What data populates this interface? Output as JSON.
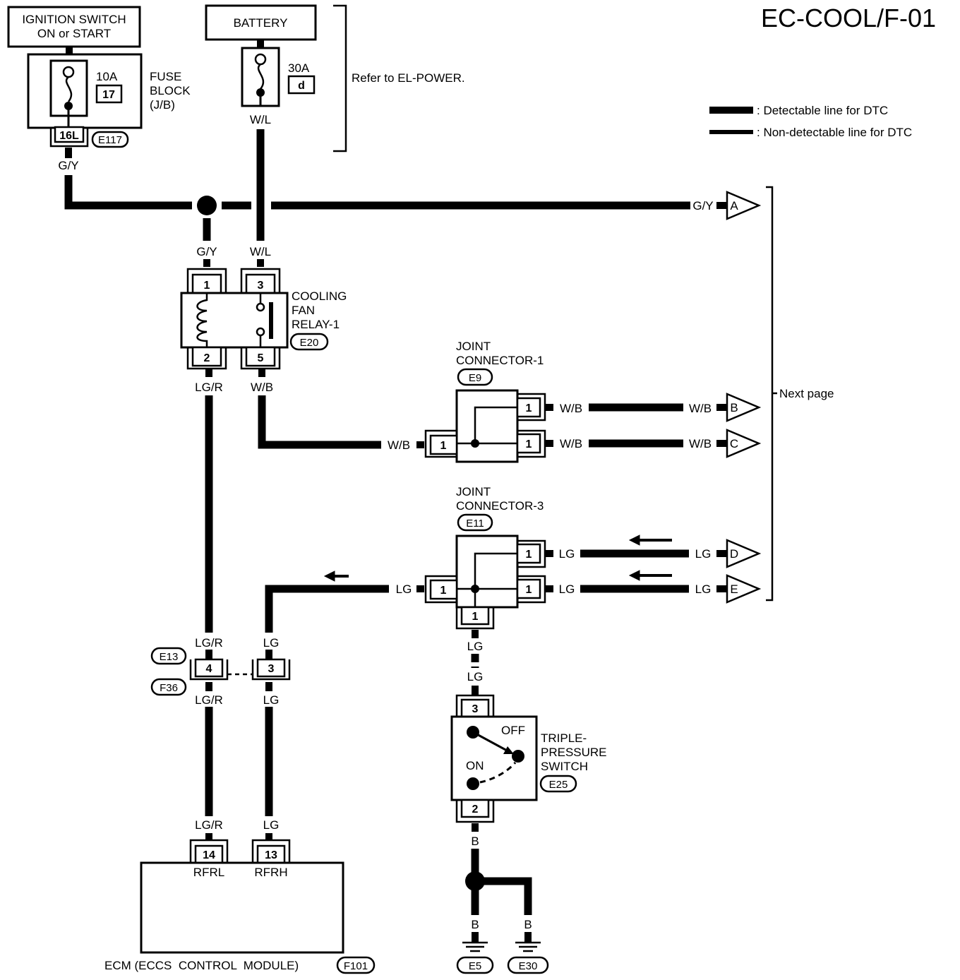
{
  "title": "EC-COOL/F-01",
  "legend": {
    "detectable": ": Detectable line for DTC",
    "non_detectable": ": Non-detectable line for DTC"
  },
  "ignition_switch": {
    "line1": "IGNITION SWITCH",
    "line2": "ON or START"
  },
  "battery": {
    "label": "BATTERY",
    "amp": "30A",
    "fuse_no": "d",
    "wire": "W/L"
  },
  "refer_note": "Refer to EL-POWER.",
  "fuse_block": {
    "line1": "FUSE",
    "line2": "BLOCK",
    "line3": "(J/B)",
    "amp": "10A",
    "fuse_no": "17",
    "pin": "16L",
    "connector": "E117",
    "wire": "G/Y"
  },
  "main_bus": {
    "wire_right": "G/Y",
    "terminal_A": "A"
  },
  "relay": {
    "line1": "COOLING",
    "line2": "FAN",
    "line3": "RELAY-1",
    "connector": "E20",
    "pin1": "1",
    "pin3": "3",
    "pin2": "2",
    "pin5": "5",
    "wire_pin1": "G/Y",
    "wire_pin3": "W/L",
    "wire_pin2": "LG/R",
    "wire_pin5": "W/B"
  },
  "joint1": {
    "line1": "JOINT",
    "line2": "CONNECTOR-1",
    "connector": "E9",
    "pin_left": "1",
    "pin_r1": "1",
    "pin_r2": "1",
    "wire_left": "W/B",
    "wire_r1": "W/B",
    "wire_r2": "W/B",
    "wire_B": "W/B",
    "wire_C": "W/B",
    "terminal_B": "B",
    "terminal_C": "C"
  },
  "next_page": "Next page",
  "joint3": {
    "line1": "JOINT",
    "line2": "CONNECTOR-3",
    "connector": "E11",
    "pin_left": "1",
    "pin_r1": "1",
    "pin_r2": "1",
    "pin_bottom": "1",
    "wire_left": "LG",
    "wire_r1": "LG",
    "wire_r2": "LG",
    "wire_D": "LG",
    "wire_E": "LG",
    "terminal_D": "D",
    "terminal_E": "E",
    "wire_bottom": "LG"
  },
  "inline_conn": {
    "top_conn": "E13",
    "bottom_conn": "F36",
    "pin_a": "4",
    "pin_b": "3",
    "wire_a_top": "LG/R",
    "wire_b_top": "LG",
    "wire_a_bot": "LG/R",
    "wire_b_bot": "LG"
  },
  "ecm": {
    "label": "ECM (ECCS  CONTROL  MODULE)",
    "connector": "F101",
    "pin14": "14",
    "pin13": "13",
    "name14": "RFRL",
    "name13": "RFRH",
    "wire14": "LG/R",
    "wire13": "LG"
  },
  "triple_switch": {
    "line1": "TRIPLE-",
    "line2": "PRESSURE",
    "line3": "SWITCH",
    "connector": "E25",
    "pin3": "3",
    "pin2": "2",
    "off": "OFF",
    "on": "ON",
    "wire_top": "LG",
    "wire_bottom": "B"
  },
  "grounds": {
    "wire1": "B",
    "wire2": "B",
    "g1": "E5",
    "g2": "E30"
  }
}
